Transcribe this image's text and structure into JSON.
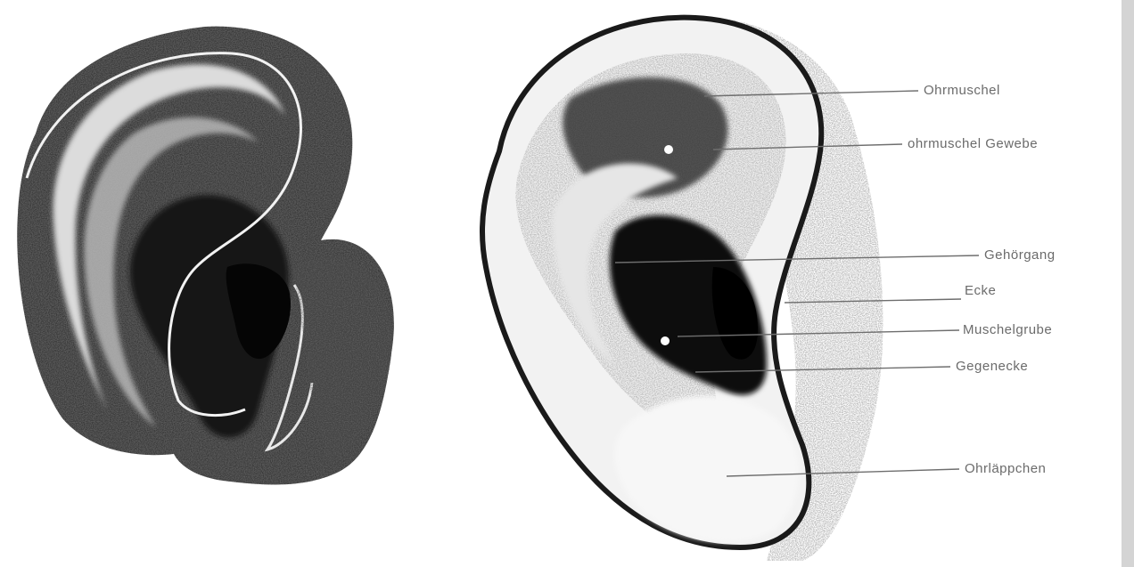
{
  "figure": {
    "background": "#ffffff",
    "ink_color": "#1a1a1a",
    "label_color": "#6b6b6b",
    "left_drawing": "ear-illustration-left",
    "right_drawing": "ear-illustration-right"
  },
  "labels": [
    {
      "key": "l1",
      "text": "Ohrmuschel"
    },
    {
      "key": "l2",
      "text": "ohrmuschel Gewebe"
    },
    {
      "key": "l3",
      "text": "Gehörgang"
    },
    {
      "key": "l4",
      "text": "Ecke"
    },
    {
      "key": "l5",
      "text": "Muschelgrube"
    },
    {
      "key": "l6",
      "text": "Gegenecke"
    },
    {
      "key": "l7",
      "text": "Ohrläppchen"
    }
  ]
}
